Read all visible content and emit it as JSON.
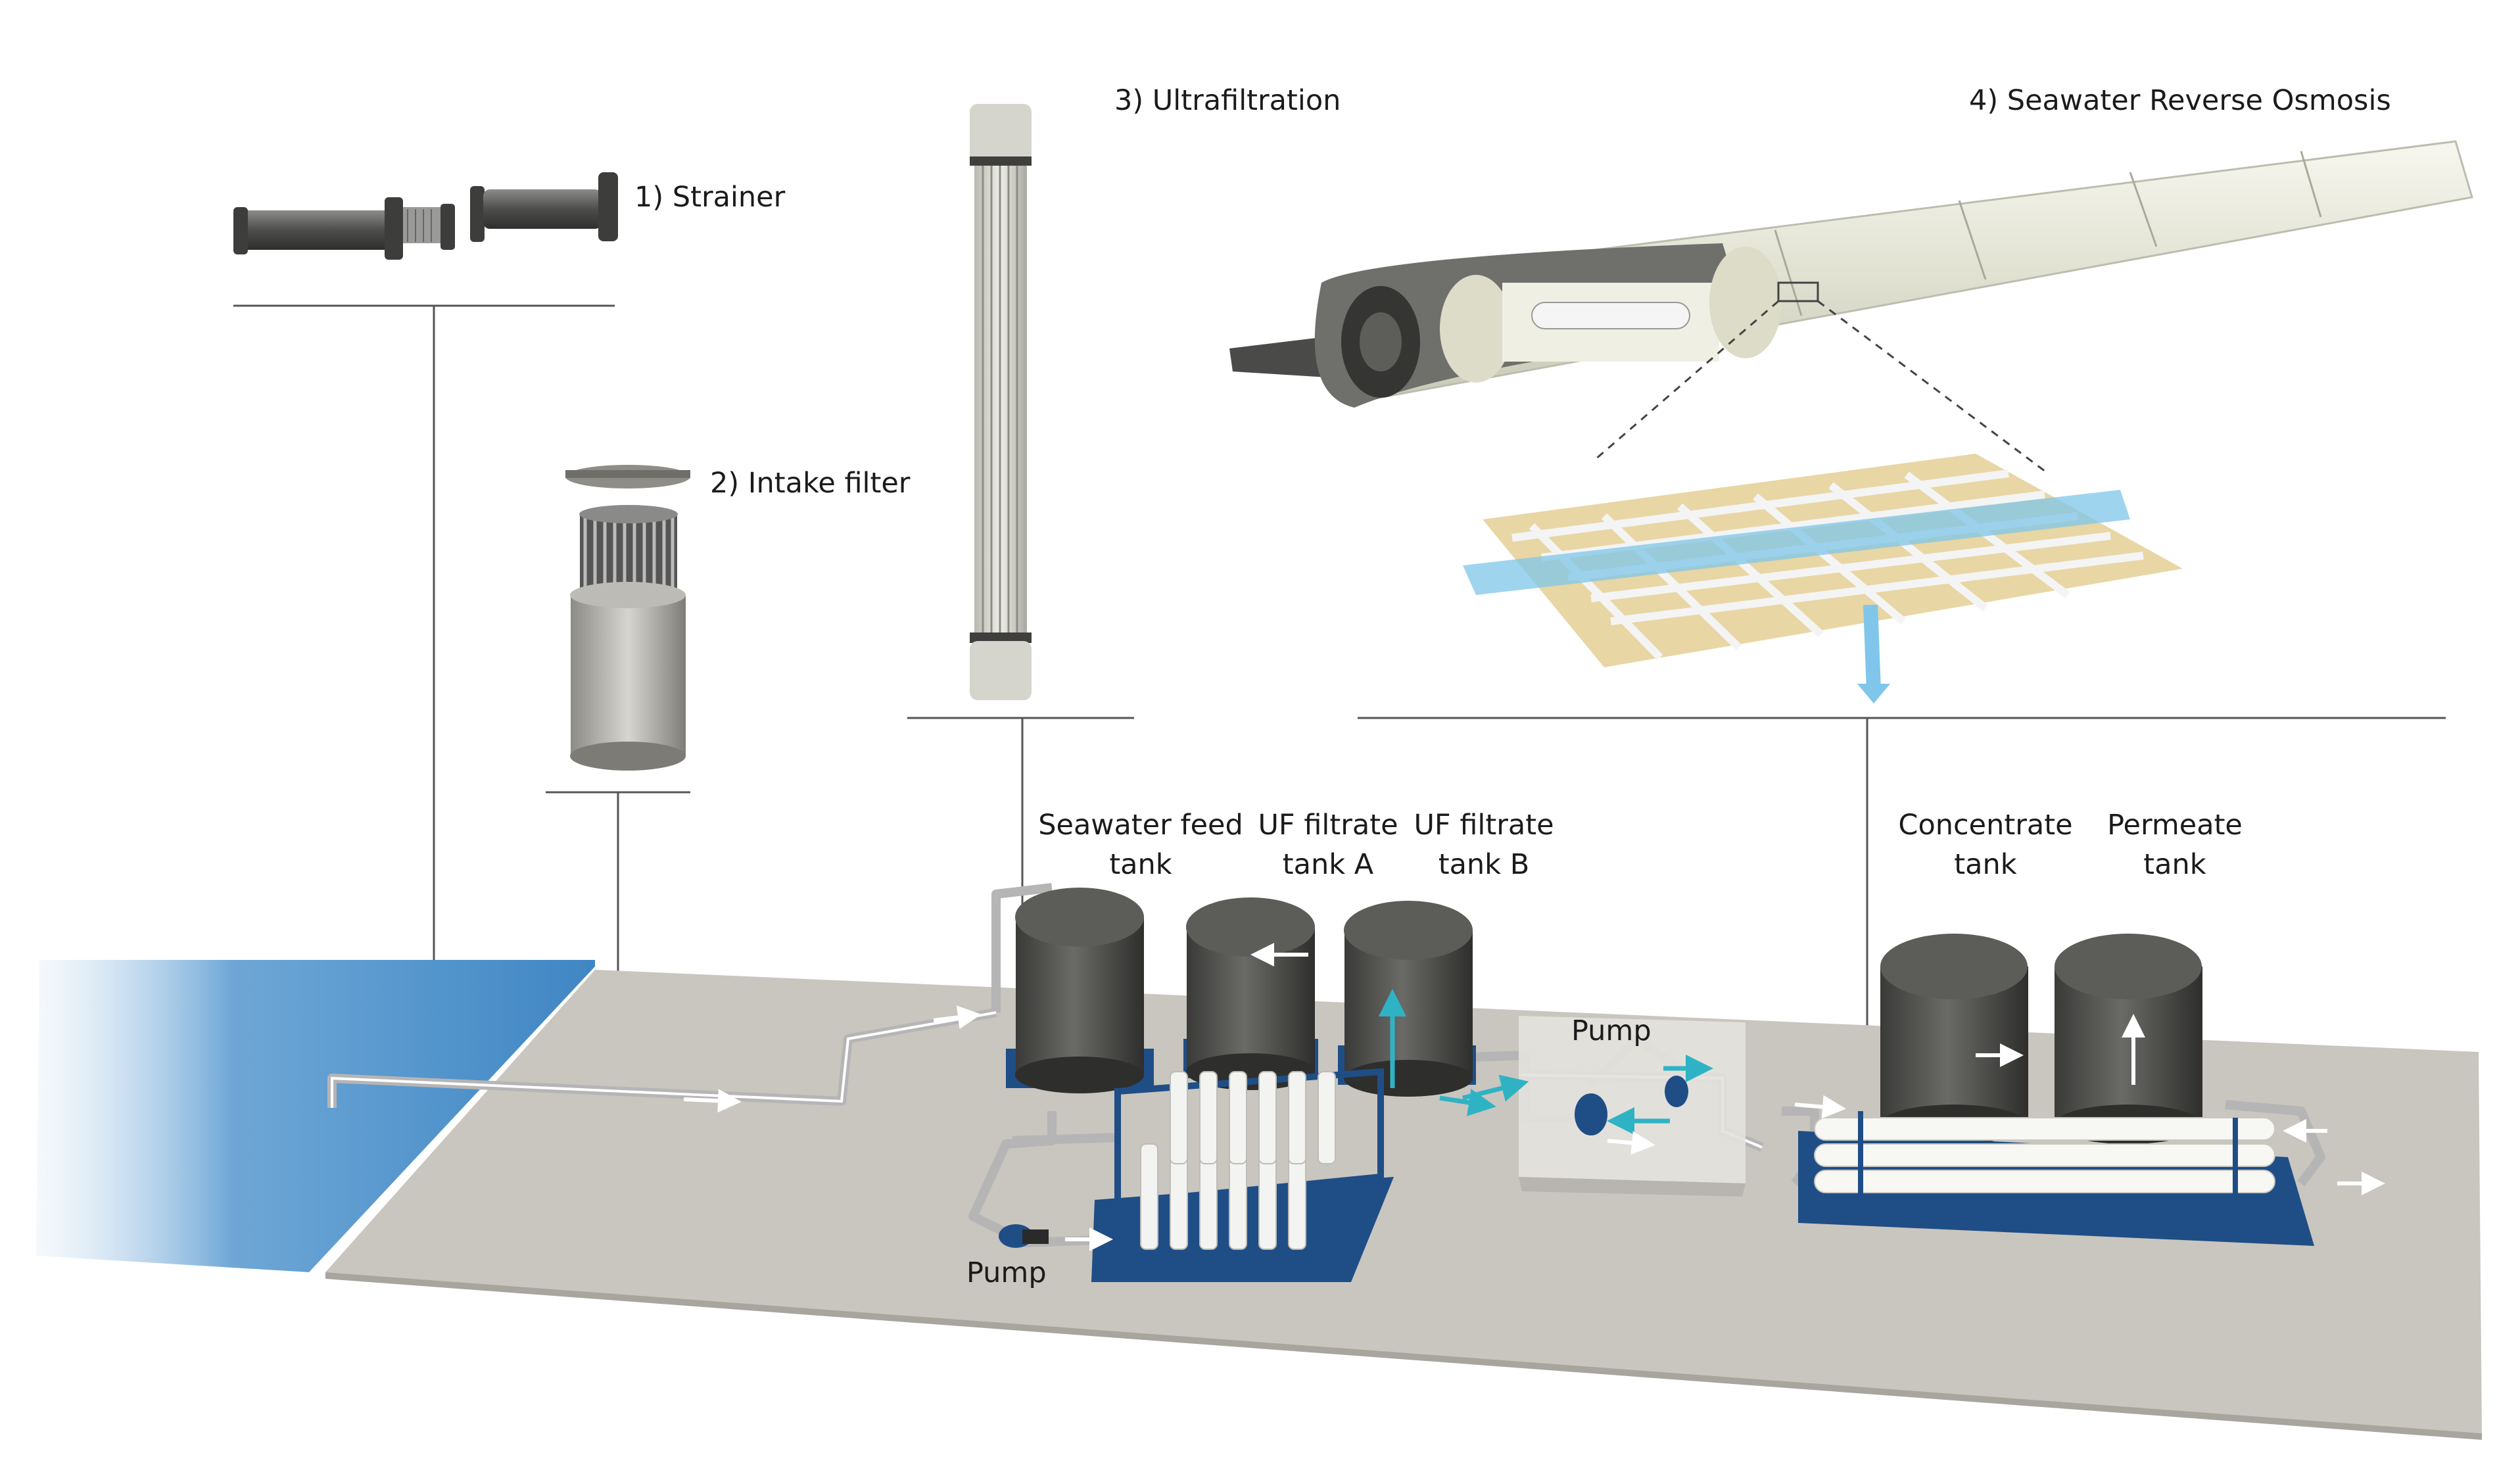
{
  "colors": {
    "background": "#ffffff",
    "platform": "#c9c5bf",
    "water": "#4f8fc6",
    "tank": "#4a4a48",
    "skid": "#1f4e86",
    "membrane_module": "#f3f3f1",
    "flow_arrow": "#2fb3c4",
    "leader_line": "#555555",
    "spacer_sheet": "#e8d6a4",
    "permeate_flow": "#7fc6ea"
  },
  "stages": {
    "strainer": "1) Strainer",
    "intake_filter": "2) Intake filter",
    "ultrafiltration": "3) Ultrafiltration",
    "swro": "4) Seawater Reverse Osmosis"
  },
  "tanks": {
    "seawater_feed": [
      "Seawater feed",
      "tank"
    ],
    "uf_filtrate_a": [
      "UF filtrate",
      "tank A"
    ],
    "uf_filtrate_b": [
      "UF filtrate",
      "tank B"
    ],
    "concentrate": [
      "Concentrate",
      "tank"
    ],
    "permeate": [
      "Permeate",
      "tank"
    ]
  },
  "pumps": {
    "pump_left": "Pump",
    "pump_center": "Pump"
  },
  "icons": {
    "strainer": "strainer-pipe-icon",
    "intake_filter": "intake-filter-icon",
    "uf_module": "uf-membrane-module-icon",
    "ro_vessel": "ro-pressure-vessel-icon",
    "flow": "flow-arrow-icon"
  }
}
